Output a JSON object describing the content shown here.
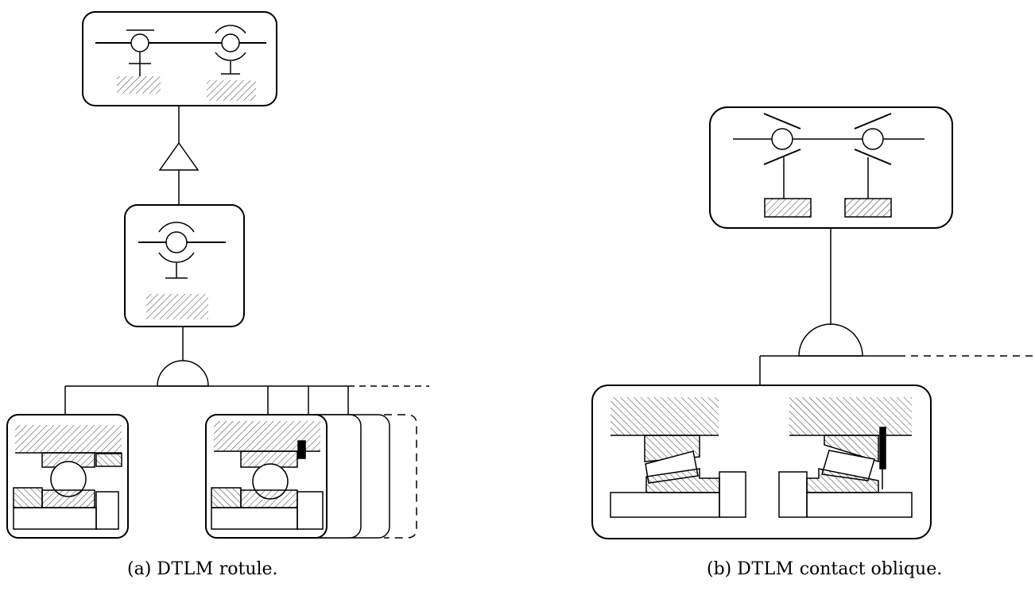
{
  "captions": {
    "a_prefix": "(a) ",
    "a_acronym": "DTLM",
    "a_suffix": " rotule.",
    "b_prefix": "(b) ",
    "b_acronym": "DTLM",
    "b_suffix": " contact oblique."
  },
  "colors": {
    "stroke": "#000000",
    "background": "#ffffff"
  },
  "panels": {
    "a": {
      "gate_types": [
        "or-gate",
        "and-gate"
      ],
      "alternatives_count": 4
    },
    "b": {
      "gate_types": [
        "and-gate"
      ]
    }
  }
}
